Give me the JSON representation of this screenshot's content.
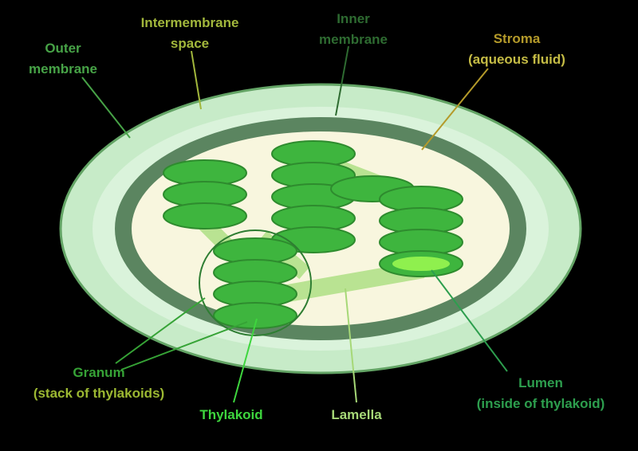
{
  "labels": {
    "outer_membrane": {
      "line1": "Outer",
      "line2": "membrane",
      "color": "#47a347"
    },
    "intermembrane_space": {
      "line1": "Intermembrane",
      "line2": "space",
      "color": "#a2b73c"
    },
    "inner_membrane": {
      "line1": "Inner",
      "line2": "membrane",
      "color": "#2e6b31"
    },
    "stroma": {
      "line1": "Stroma",
      "line2": "(aqueous fluid)",
      "color1": "#b49a2a",
      "color2": "#c5bc45"
    },
    "granum": {
      "line1": "Granum",
      "line2": "(stack of thylakoids)",
      "color1": "#36a336",
      "color2": "#9cb832"
    },
    "thylakoid": {
      "line1": "Thylakoid",
      "color": "#3ed63e"
    },
    "lamella": {
      "line1": "Lamella",
      "color": "#a6d877"
    },
    "lumen": {
      "line1": "Lumen",
      "line2": "(inside of thylakoid)",
      "color": "#2d9e4e"
    }
  },
  "colors": {
    "background": "#000000",
    "outer_membrane_fill": "#c7ebc8",
    "outer_membrane_stroke": "#63a465",
    "intermembrane_space_fill": "#daf3db",
    "inner_membrane_fill": "#5b8560",
    "stroma_fill": "#f8f6de",
    "thylakoid_fill": "#3eb53e",
    "thylakoid_stroke": "#2e8b2e",
    "lamella_fill": "#b3e18a",
    "lumen_fill": "#8ff04e",
    "annotation_circle": "#2e7d32"
  }
}
